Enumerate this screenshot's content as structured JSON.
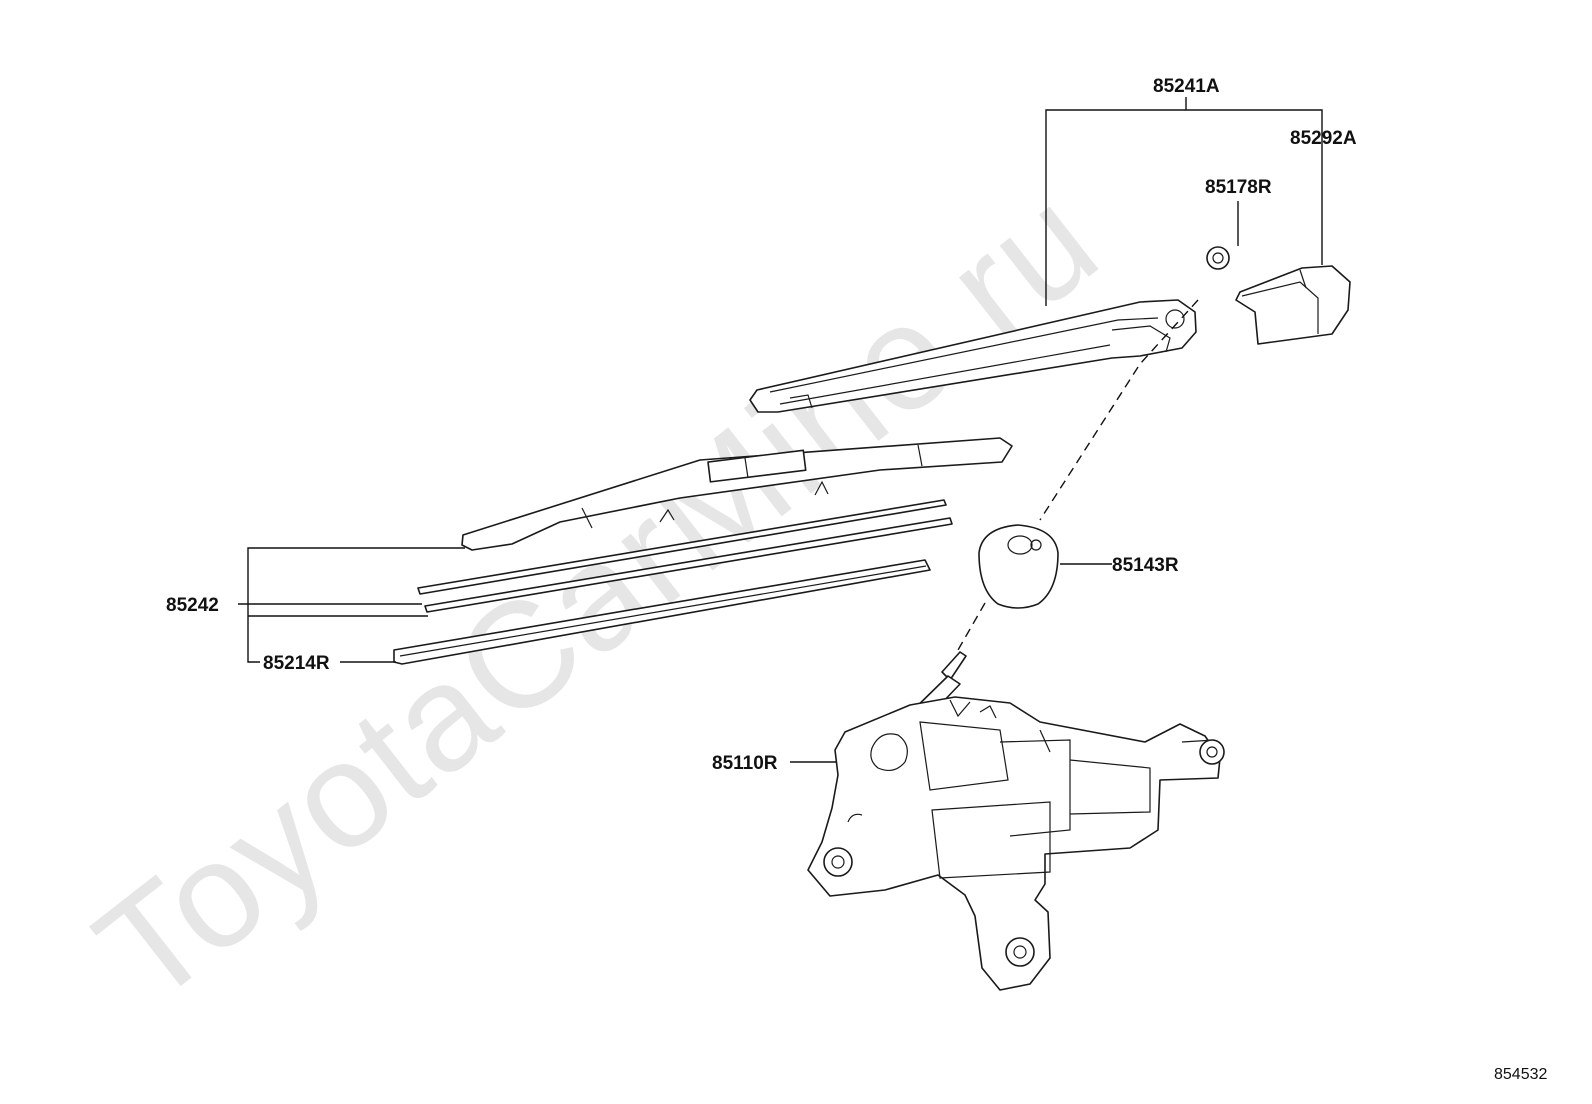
{
  "watermark": "ToyotaCarMine.ru",
  "catalog_number": "854532",
  "labels": {
    "arm_assembly": "85241A",
    "arm_cover": "85292A",
    "nut": "85178R",
    "cap": "85143R",
    "blade_set": "85242",
    "blade_rubber": "85214R",
    "motor": "85110R"
  },
  "colors": {
    "line": "#1a1a1a",
    "watermark": "#e6e6e6",
    "background": "#ffffff"
  }
}
